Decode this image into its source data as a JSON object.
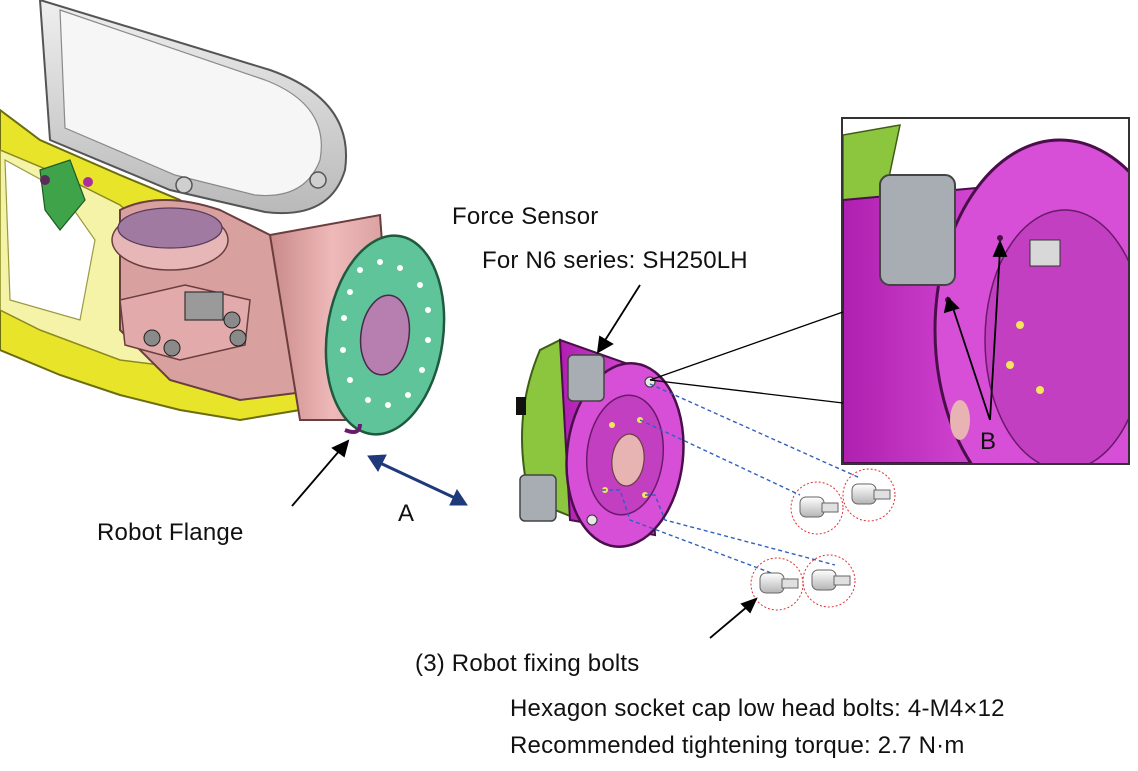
{
  "labels": {
    "force_sensor": "Force Sensor",
    "model": "For N6 series: SH250LH",
    "robot_flange": "Robot Flange",
    "arrow_a": "A",
    "callout_b": "B",
    "bolts_title": "(3) Robot fixing bolts",
    "bolts_spec": "Hexagon socket cap low head bolts: 4-M4×12",
    "torque": "Recommended tightening torque: 2.7 N·m"
  },
  "colors": {
    "arm_gray": "#d6d6d6",
    "arm_yellow": "#e8e42a",
    "flange_pink": "#e0a8a8",
    "flange_face_green": "#5fc49a",
    "sensor_magenta": "#c733c7",
    "sensor_green": "#8cc63f",
    "bolt_circle": "#e03030",
    "dash_line": "#3060c0",
    "arrow_navy": "#1f3a7a"
  }
}
